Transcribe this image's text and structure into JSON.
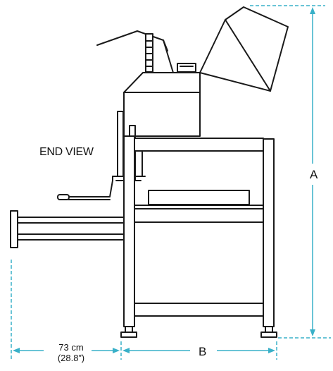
{
  "view_title": "END VIEW",
  "dimensions": {
    "height_label": "A",
    "width_label": "B",
    "depth_metric": "73 cm",
    "depth_imperial": "(28.8”)"
  },
  "colors": {
    "line": "#1a1a1a",
    "dimension": "#39b0c8"
  }
}
